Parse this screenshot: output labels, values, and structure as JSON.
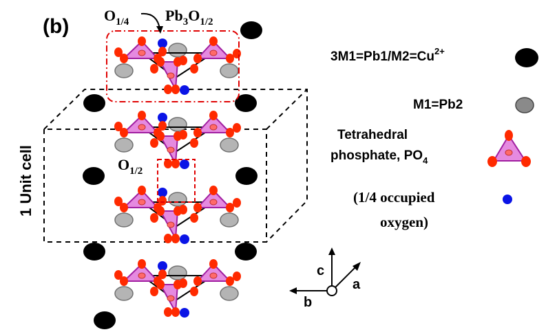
{
  "panel_label": "(b)",
  "labels": {
    "o_quarter": {
      "base": "O",
      "sub": "1/4"
    },
    "pb3o_half": {
      "p1": "Pb",
      "s1": "3",
      "p2": "O",
      "s2": "1/2"
    },
    "o_half": {
      "base": "O",
      "sub": "1/2"
    },
    "unit_cell": "1 Unit cell"
  },
  "legend": {
    "black_atom": {
      "main": "3M1=Pb1/M2=Cu",
      "sup": "2+"
    },
    "grey_atom": "M1=Pb2",
    "tetra_line1": "Tetrahedral",
    "tetra_line2": {
      "main": "phosphate, PO",
      "sub": "4"
    },
    "blue_line1": "(1/4 occupied",
    "blue_line2": "oxygen)"
  },
  "axes": {
    "c": "c",
    "a": "a",
    "b": "b"
  },
  "colors": {
    "pb1": "#000000",
    "pb2": "#b4b4b4",
    "oxygen": "#ff2a00",
    "phosphate_fill": "#e58ae0",
    "phosphate_edge": "#a01ea0",
    "blue_oxygen": "#0a14e6",
    "red_box": "#e00000"
  }
}
